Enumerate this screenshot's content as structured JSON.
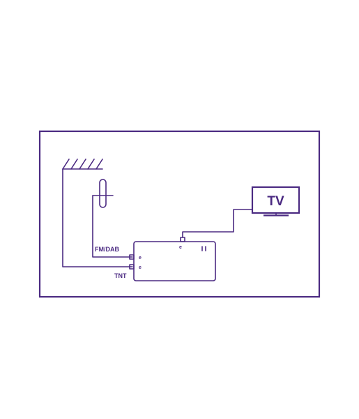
{
  "diagram": {
    "tv_label": "TV",
    "input_fm_dab_label": "FM/DAB",
    "input_tnt_label": "TNT"
  },
  "colors": {
    "stroke": "#4b2a82",
    "background": "#ffffff"
  },
  "icons": [
    "tnt-antenna-icon",
    "fm-dab-antenna-icon",
    "tv-icon",
    "amplifier-icon"
  ]
}
